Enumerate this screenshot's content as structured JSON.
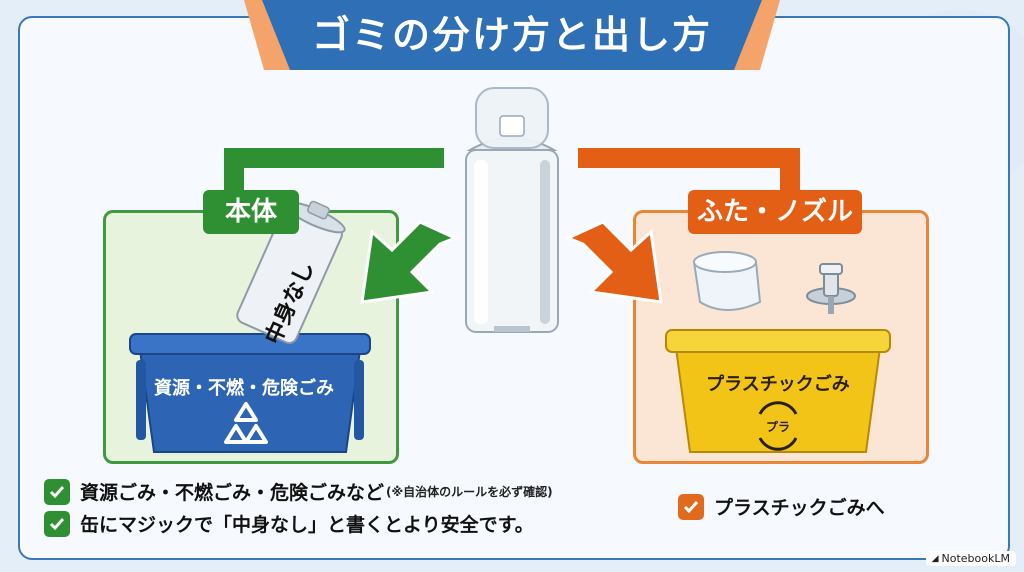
{
  "title": "ゴミの分け方と出し方",
  "left": {
    "tag": "本体",
    "can_text": "中身なし",
    "bin_label": "資源・不燃・危険ごみ",
    "bin_icon": "recycle-icon"
  },
  "right": {
    "tag": "ふた・ノズル",
    "bin_label": "プラスチックごみ",
    "bin_icon": "plastic-recycle-mark-icon",
    "bin_mark_text": "プラ"
  },
  "notes": {
    "item1": "資源ごみ・不燃ごみ・危険ごみなど",
    "item1_note": "(※自治体のルールを必ず確認)",
    "item2": "缶にマジックで「中身なし」と書くとより安全です。",
    "item3": "プラスチックごみへ"
  },
  "watermark": "NotebookLM",
  "colors": {
    "title_bg": "#2f6fb5",
    "green": "#2f8f33",
    "orange": "#e45f16",
    "blue_bin": "#2e64b4",
    "yellow_bin": "#f2c418"
  }
}
